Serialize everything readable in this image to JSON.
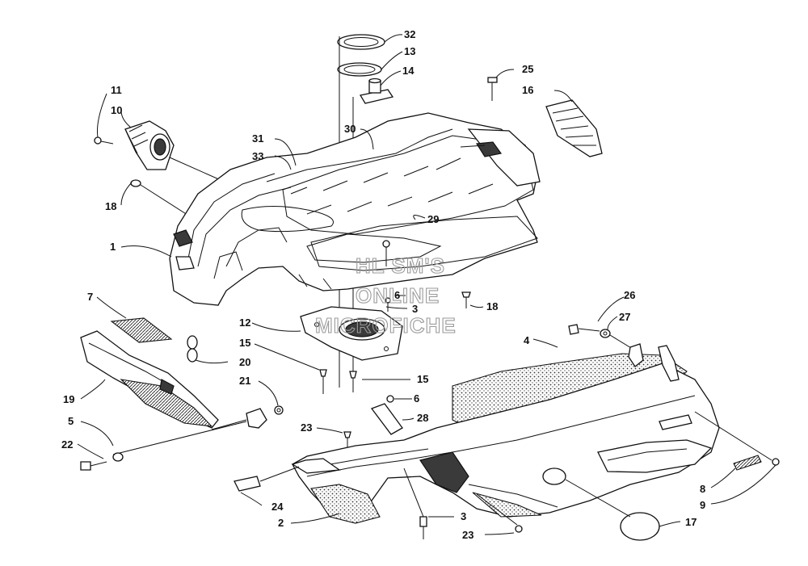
{
  "watermark": [
    "HL SM'S",
    "ONLINE",
    "MICROFICHE"
  ],
  "callouts": [
    "32",
    "13",
    "14",
    "25",
    "16",
    "11",
    "10",
    "31",
    "30",
    "33",
    "18",
    "29",
    "1",
    "6",
    "3",
    "18",
    "26",
    "27",
    "7",
    "12",
    "15",
    "20",
    "4",
    "19",
    "21",
    "15",
    "6",
    "28",
    "5",
    "23",
    "22",
    "24",
    "2",
    "3",
    "23",
    "17",
    "8",
    "9"
  ]
}
